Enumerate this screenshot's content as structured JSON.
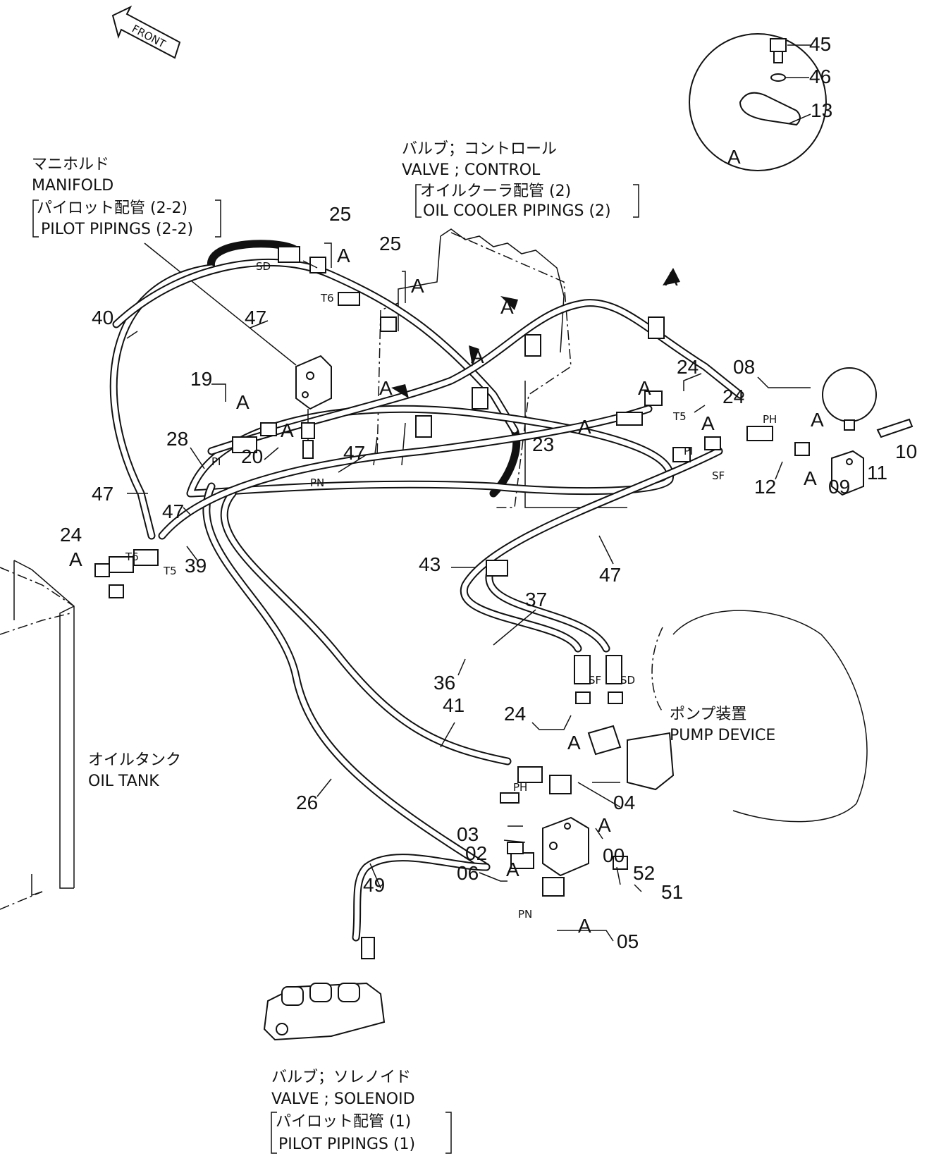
{
  "front_arrow": "FRONT",
  "callout": {
    "letter": "A",
    "parts": [
      "45",
      "46",
      "13"
    ]
  },
  "labels": {
    "control_valve": {
      "jp": "バルブ；コントロール",
      "en": "VALVE ; CONTROL",
      "sub_jp": "オイルクーラ配管 (2)",
      "sub_en": "OIL COOLER PIPINGS (2)"
    },
    "manifold": {
      "jp": "マニホルド",
      "en": "MANIFOLD",
      "sub_jp": "パイロット配管 (2-2)",
      "sub_en": "PILOT PIPINGS (2-2)"
    },
    "oil_tank": {
      "jp": "オイルタンク",
      "en": "OIL TANK"
    },
    "pump_device": {
      "jp": "ポンプ装置",
      "en": "PUMP DEVICE"
    },
    "solenoid_valve": {
      "jp": "バルブ；ソレノイド",
      "en": "VALVE ; SOLENOID",
      "sub_jp": "パイロット配管 (1)",
      "sub_en": "PILOT PIPINGS (1)"
    }
  },
  "part_numbers": [
    "45",
    "46",
    "13",
    "25",
    "25",
    "40",
    "47",
    "19",
    "20",
    "28",
    "47",
    "47",
    "47",
    "24",
    "39",
    "24",
    "23",
    "24",
    "08",
    "10",
    "12",
    "11",
    "09",
    "43",
    "47",
    "37",
    "36",
    "24",
    "41",
    "26",
    "04",
    "03",
    "02",
    "00",
    "06",
    "52",
    "51",
    "49",
    "05"
  ],
  "view_markers": [
    "A",
    "A",
    "A",
    "A",
    "A",
    "A",
    "A",
    "A",
    "A",
    "A",
    "A",
    "A",
    "A",
    "A",
    "A",
    "A",
    "A",
    "A",
    "A",
    "A",
    "A",
    "A"
  ],
  "port_tags": [
    "SD",
    "T6",
    "T6",
    "T5",
    "T5",
    "PI",
    "PI",
    "PN",
    "PN",
    "PH",
    "PH",
    "SF",
    "SF",
    "SD"
  ]
}
